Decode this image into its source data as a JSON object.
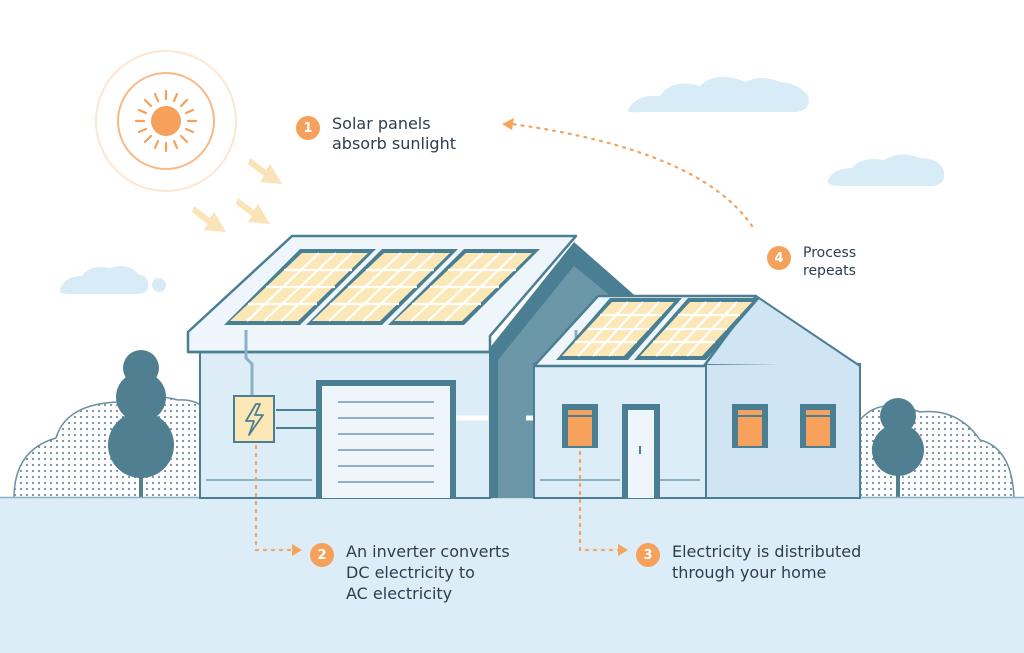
{
  "steps": [
    {
      "number": "1",
      "text": "Solar panels\nabsorb sunlight"
    },
    {
      "number": "2",
      "text": "An inverter converts\nDC electricity to\nAC electricity"
    },
    {
      "number": "3",
      "text": "Electricity is distributed\nthrough your home"
    },
    {
      "number": "4",
      "text": "Process\nrepeats"
    }
  ],
  "colors": {
    "sun": "#f5a15c",
    "sun_ray": "#f7c89a",
    "arrow": "#f8dcb0",
    "cloud": "#d8ecf7",
    "ground": "#dcedf8",
    "house_wall": "#ddedf8",
    "house_trim": "#4a7f93",
    "panel_cell_light": "#ffffff",
    "panel_cell_warm": "#fbe8b6",
    "window": "#f6a25d",
    "tree": "#507f92",
    "bush": "#cfe4f0",
    "dotted_path": "#f4a45f"
  },
  "icons": [
    "sun-icon",
    "lightning-bolt-icon",
    "sun-ray-arrow-icon"
  ]
}
